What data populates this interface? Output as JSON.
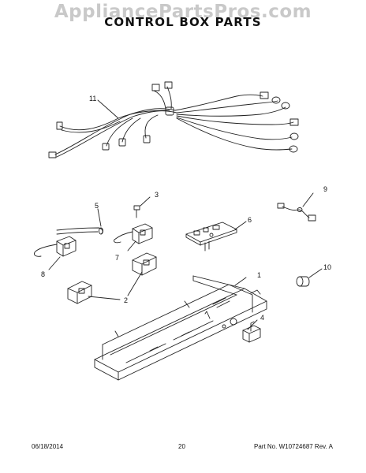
{
  "watermark": "AppliancePartsPros.com",
  "title": "CONTROL BOX PARTS",
  "callouts": {
    "c1": "1",
    "c2": "2",
    "c3": "3",
    "c4": "4",
    "c5": "5",
    "c6": "6",
    "c7": "7",
    "c8": "8",
    "c9": "9",
    "c10": "10",
    "c11": "11"
  },
  "footer": {
    "date": "06/18/2014",
    "page": "20",
    "part_no": "Part No. W10724687  Rev. A"
  }
}
